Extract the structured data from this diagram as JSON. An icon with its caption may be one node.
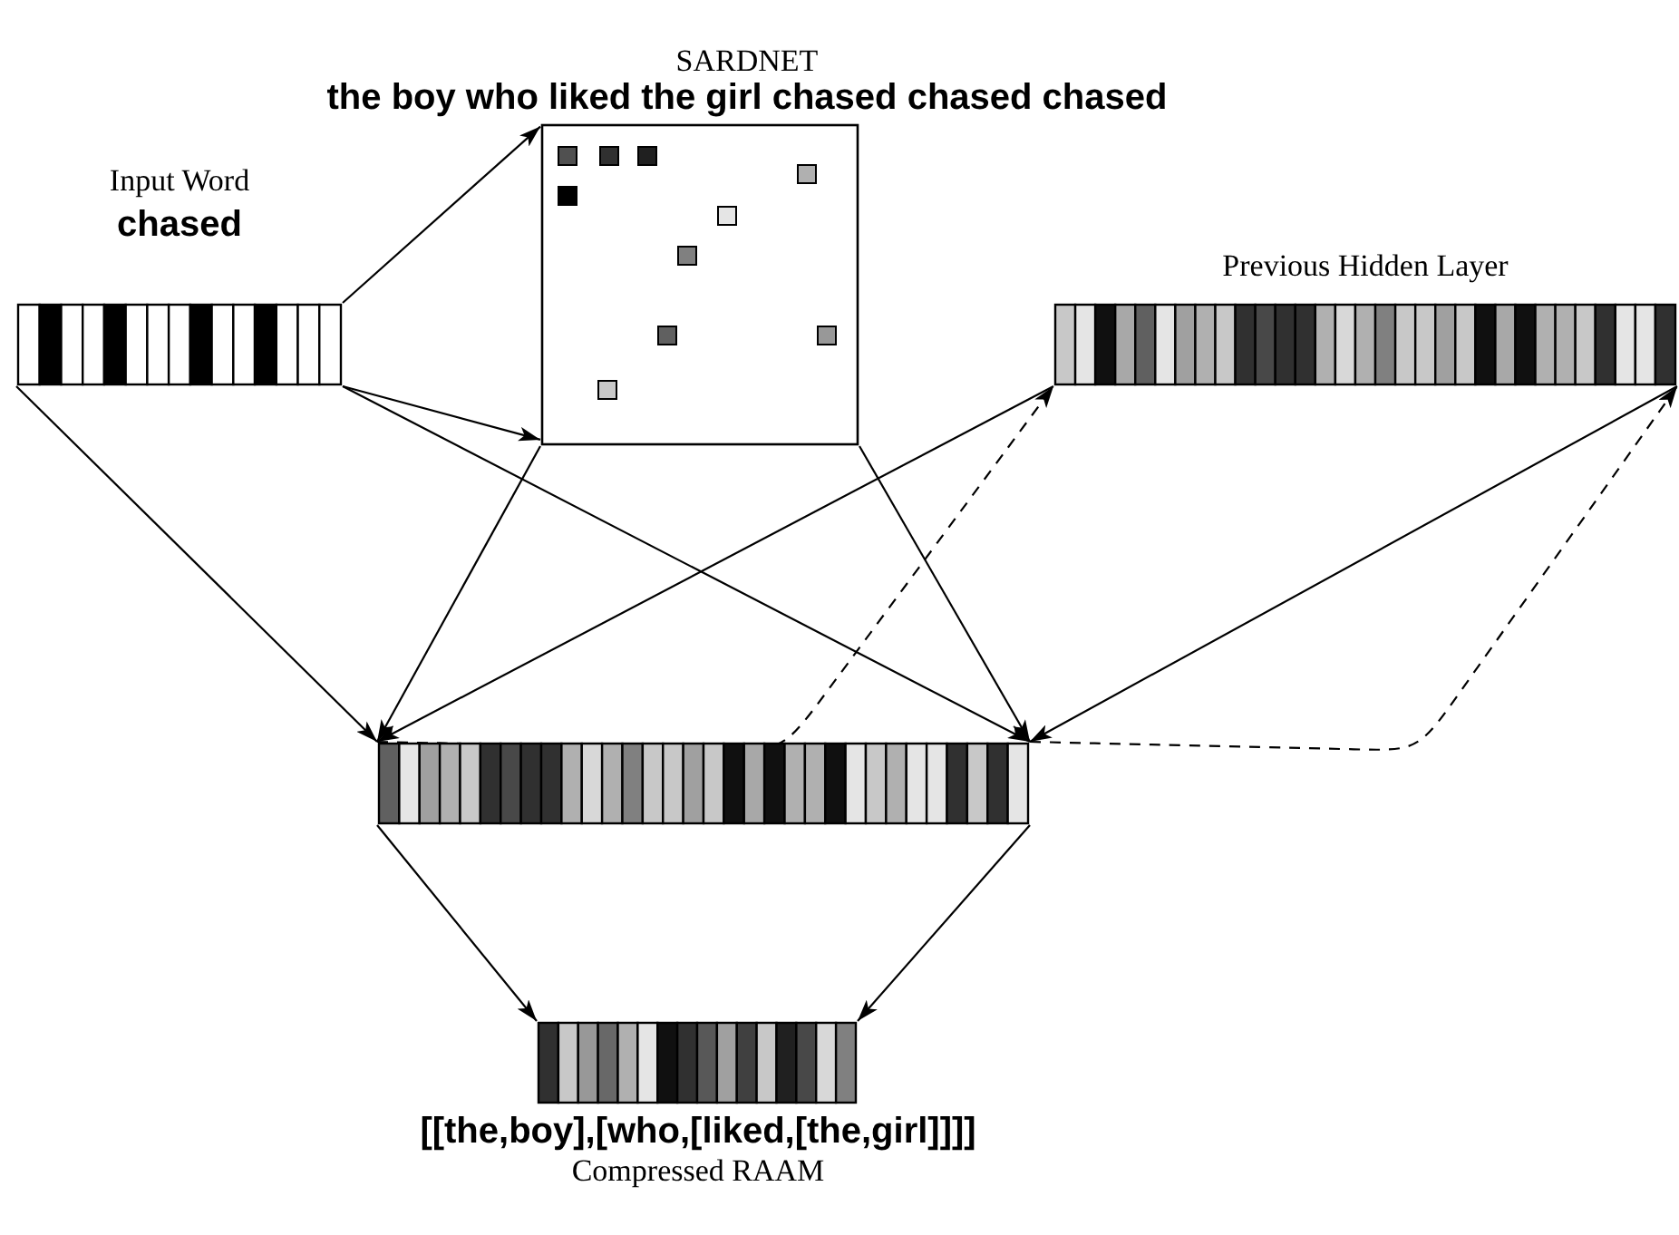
{
  "diagram": {
    "nodes": [
      {
        "text": [
          "Input Word",
          "chased"
        ]
      },
      {
        "text": [
          "SARDNET",
          "the boy who liked the girl chased chased chased"
        ]
      },
      {
        "text": [
          "Previous Hidden Layer"
        ]
      },
      {
        "text": [],
        "shape": "bar"
      },
      {
        "text": [
          "[[the,boy],[who,[liked,[the,girl]]]]",
          "Compressed RAAM"
        ]
      }
    ],
    "edges": [
      {
        "from": 0,
        "to": 1,
        "arrow": "to"
      },
      {
        "from": 0,
        "to": 1,
        "arrow": "to"
      },
      {
        "from": 0,
        "to": 3,
        "arrow": "to"
      },
      {
        "from": 0,
        "to": 3,
        "arrow": "to"
      },
      {
        "from": 1,
        "to": 3,
        "arrow": "to"
      },
      {
        "from": 1,
        "to": 3,
        "arrow": "to"
      },
      {
        "from": 2,
        "to": 3,
        "arrow": "to"
      },
      {
        "from": 2,
        "to": 3,
        "arrow": "to"
      },
      {
        "from": 3,
        "to": 2,
        "arrow": "to",
        "style": "dashed"
      },
      {
        "from": 3,
        "to": 2,
        "arrow": "to",
        "style": "dashed"
      },
      {
        "from": 3,
        "to": 4,
        "arrow": "to"
      },
      {
        "from": 3,
        "to": 4,
        "arrow": "to"
      }
    ]
  }
}
